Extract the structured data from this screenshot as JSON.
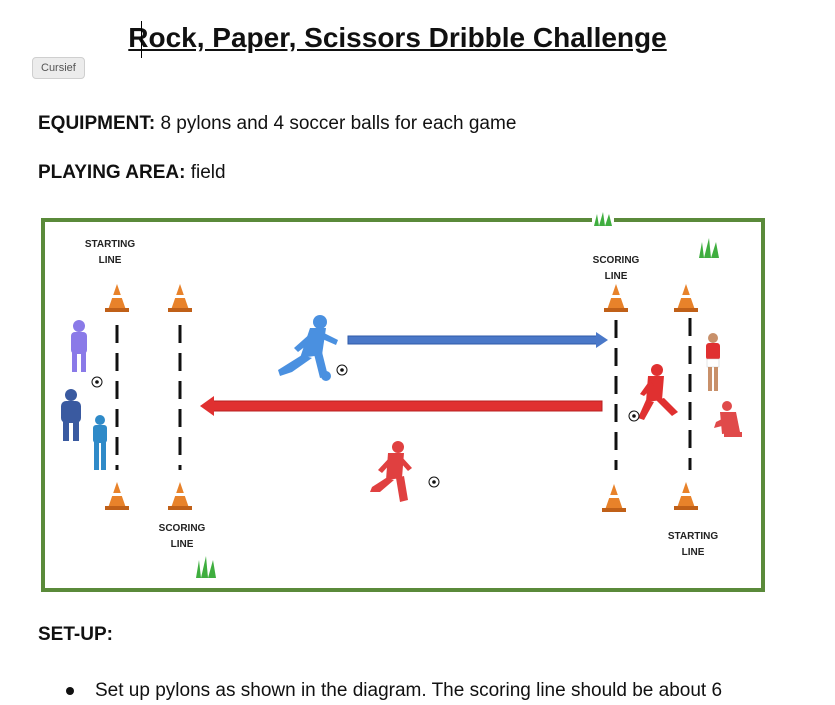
{
  "title": "Rock, Paper, Scissors Dribble Challenge",
  "style_chip": "Cursief",
  "equipment": {
    "label": "EQUIPMENT:",
    "text": " 8 pylons and 4 soccer balls for each game"
  },
  "playing_area": {
    "label": "PLAYING AREA:",
    "text": " field"
  },
  "diagram": {
    "labels": {
      "starting_line_left_1": "STARTING",
      "starting_line_left_2": "LINE",
      "scoring_line_top_1": "SCORING",
      "scoring_line_top_2": "LINE",
      "scoring_line_bottom_1": "SCORING",
      "scoring_line_bottom_2": "LINE",
      "starting_line_right_1": "STARTING",
      "starting_line_right_2": "LINE"
    },
    "colors": {
      "field_border": "#5a8a3a",
      "blue_team": "#4a78c8",
      "red_team": "#e03030",
      "cone": "#e8822a",
      "grass": "#3fae3f"
    }
  },
  "setup": {
    "heading": "SET-UP:",
    "bullet_1": "Set up pylons as shown in the diagram. The scoring line should be about 6"
  }
}
